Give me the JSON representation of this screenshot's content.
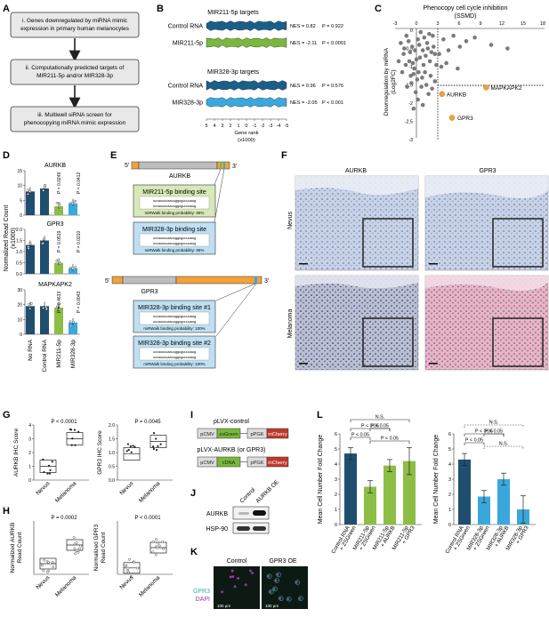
{
  "panels": {
    "a": "A",
    "b": "B",
    "c": "C",
    "d": "D",
    "e": "E",
    "f": "F",
    "g": "G",
    "h": "H",
    "i": "I",
    "j": "J",
    "k": "K",
    "l": "L"
  },
  "a": {
    "box1": [
      "i. Genes downregulated by miRNA mimic",
      "expression in primary human melanocytes"
    ],
    "box2": [
      "ii. Computationally predicted targets of",
      "MIR211-5p and/or MIR328-3p"
    ],
    "box3": [
      "iii. Multiwell siRNA screen for",
      "phenocopying miRNA mimic expression"
    ]
  },
  "b": {
    "t1": "MIR211-5p targets",
    "t2": "MIR328-3p targets",
    "rows": [
      {
        "label": "Control RNA",
        "nes": "NES = 0.82",
        "p": "P = 0.922",
        "color": "#1a5f8a"
      },
      {
        "label": "MIR211-5p",
        "nes": "NES = -2.11",
        "p": "P < 0.0001",
        "color": "#7ab83d"
      },
      {
        "label": "Control RNA",
        "nes": "NES = 0.96",
        "p": "P = 0.576",
        "color": "#1a5f8a"
      },
      {
        "label": "MIR328-3p",
        "nes": "NES = -2.05",
        "p": "P < 0.001",
        "color": "#3aa8dc"
      }
    ],
    "ticks": [
      "5",
      "4",
      "3",
      "2",
      "1",
      "0",
      "-1",
      "-2",
      "-3",
      "-4",
      "-5"
    ],
    "xlabel": "Gene rank",
    "xunit": "(x1000)"
  },
  "c": {
    "title": "Phenocopy cell cycle inhibition",
    "title2": "(SSMD)",
    "ylabel1": "Downregulation by miRNA",
    "ylabel2": "(Log2FC)",
    "xticks": [
      "-3",
      "0",
      "3",
      "6",
      "9",
      "12",
      "15",
      "18"
    ],
    "yticks": [
      "0",
      "-0.5",
      "-1",
      "-1.5",
      "-2",
      "-2.5",
      "-3"
    ],
    "hl": [
      {
        "name": "AURKB",
        "x": 3.6,
        "y": -1.8
      },
      {
        "name": "MAPKAPK2",
        "x": 9.8,
        "y": -1.62
      },
      {
        "name": "GPR3",
        "x": 5.0,
        "y": -2.45
      }
    ]
  },
  "d": {
    "ylabel1": "Normalized Read Count",
    "ylabel2": "(x1000)",
    "subs": [
      {
        "title": "AURKB",
        "max": 15,
        "ticks": [
          "0",
          "5",
          "10",
          "15"
        ],
        "vals": [
          8,
          9,
          3,
          4
        ],
        "p": [
          "P = 0.0249",
          "P = 0.0412"
        ]
      },
      {
        "title": "GPR3",
        "max": 2.0,
        "ticks": [
          "0.0",
          "0.5",
          "1.0",
          "1.5",
          "2.0"
        ],
        "vals": [
          1.3,
          1.5,
          0.5,
          0.25
        ],
        "p": [
          "P = 0.0519",
          "P = 0.0210"
        ]
      },
      {
        "title": "MAPKAPK2",
        "max": 30,
        "ticks": [
          "0",
          "10",
          "20",
          "30"
        ],
        "vals": [
          19,
          19,
          18,
          8
        ],
        "p": [
          "P = 0.4633",
          "P = 0.0043"
        ]
      }
    ],
    "cats": [
      "No RNA",
      "Control RNA",
      "MIR211-5p",
      "MIR328-3p"
    ],
    "colors": [
      "#1f4e6e",
      "#1f4e6e",
      "#8cbe45",
      "#3aa8dc"
    ]
  },
  "e": {
    "gene1": "AURKB",
    "gene2": "GPR3",
    "five": "5'",
    "three": "3'",
    "site211": "MIR211-5p binding site",
    "site328": "MIR328-3p binding site",
    "site1": "MIR328-3p binding site #1",
    "site2": "MIR328-3p binding site #2",
    "seq": "uccauuuuaauugguguuuuaug",
    "p96": "miRWalk binding probability: 96%",
    "p85": "miRWalk binding probability: 85%",
    "p100a": "miRWalk binding probability: 100%",
    "p100b": "miRWalk binding probability: 100%"
  },
  "f": {
    "col1": "AURKB",
    "col2": "GPR3",
    "row1": "Nevus",
    "row2": "Melanoma"
  },
  "g": {
    "sub1": {
      "ylabel": "AURKB IHC Score",
      "p": "P < 0.0001",
      "ticks": [
        "0",
        "1",
        "2",
        "3",
        "4"
      ],
      "max": 4,
      "vals": [
        1.0,
        3.0
      ]
    },
    "sub2": {
      "ylabel": "GPR3 IHC Score",
      "p": "P = 0.0045",
      "ticks": [
        "0.0",
        "0.5",
        "1.0",
        "1.5",
        "2.0"
      ],
      "max": 2,
      "vals": [
        0.95,
        1.4
      ]
    },
    "cats": [
      "Nevus",
      "Melanoma"
    ]
  },
  "h": {
    "sub1": {
      "ylabel1": "Normalized AURKB",
      "ylabel2": "Read Count",
      "p": "P = 0.0002",
      "vals": [
        0.2,
        0.55
      ]
    },
    "sub2": {
      "ylabel1": "Normalized GPR3",
      "ylabel2": "Read Count",
      "p": "P < 0.0001",
      "vals": [
        0.12,
        0.5
      ]
    },
    "cats": [
      "Nevus",
      "Melanoma"
    ]
  },
  "i": {
    "title1": "pLVX-control",
    "title2": "pLVX-AURKB (or GPR3)",
    "c1": [
      "pCMV",
      "zsGreen",
      "pPGK",
      "mCherry"
    ],
    "c2": [
      "pCMV",
      "cDNA",
      "pPGK",
      "mCherry"
    ],
    "colors": [
      "#dddddd",
      "#7ab83d",
      "#dddddd",
      "#c0392b"
    ]
  },
  "j": {
    "col1": "Control",
    "col2": "AURKB OE",
    "band1": "AURKB",
    "band2": "HSP-90"
  },
  "k": {
    "col1": "Control",
    "col2": "GPR3 OE",
    "lbl1": "GPR3",
    "lbl2": "DAPI",
    "scale": "100 µm"
  },
  "l": {
    "ylabel": "Mean Cell Number Fold Change",
    "left": {
      "cats": [
        [
          "Control RNA",
          "+ ZSGreen"
        ],
        [
          "MIR211-5p",
          "+ ZSGreen"
        ],
        [
          "MIR211-5p",
          "+ AURKB"
        ],
        [
          "MIR211-5p",
          "+ GPR3"
        ]
      ],
      "vals": [
        4.7,
        2.5,
        3.9,
        4.2
      ],
      "colors": [
        "#1f4e6e",
        "#8cbe45",
        "#8cbe45",
        "#8cbe45"
      ],
      "ticks": [
        "0",
        "1",
        "2",
        "3",
        "4",
        "5",
        "6"
      ],
      "max": 6,
      "sig": [
        "N.S.",
        "P < 0.05",
        "P < 0.05",
        "P < 0.05",
        "P < 0.05"
      ]
    },
    "right": {
      "cats": [
        [
          "Control RNA",
          "+ ZSGreen"
        ],
        [
          "MIR328-3p",
          "+ ZSGreen"
        ],
        [
          "MIR328-3p",
          "+ AURKB"
        ],
        [
          "MIR328-3p",
          "+ GPR3"
        ]
      ],
      "vals": [
        4.3,
        1.85,
        3.0,
        1.0
      ],
      "colors": [
        "#1f4e6e",
        "#3aa8dc",
        "#3aa8dc",
        "#3aa8dc"
      ],
      "ticks": [
        "0",
        "1",
        "2",
        "3",
        "4",
        "5",
        "6"
      ],
      "max": 6,
      "sig": [
        "N.S.",
        "P < 0.05",
        "P < 0.05",
        "P < 0.05",
        "N.S."
      ]
    }
  }
}
